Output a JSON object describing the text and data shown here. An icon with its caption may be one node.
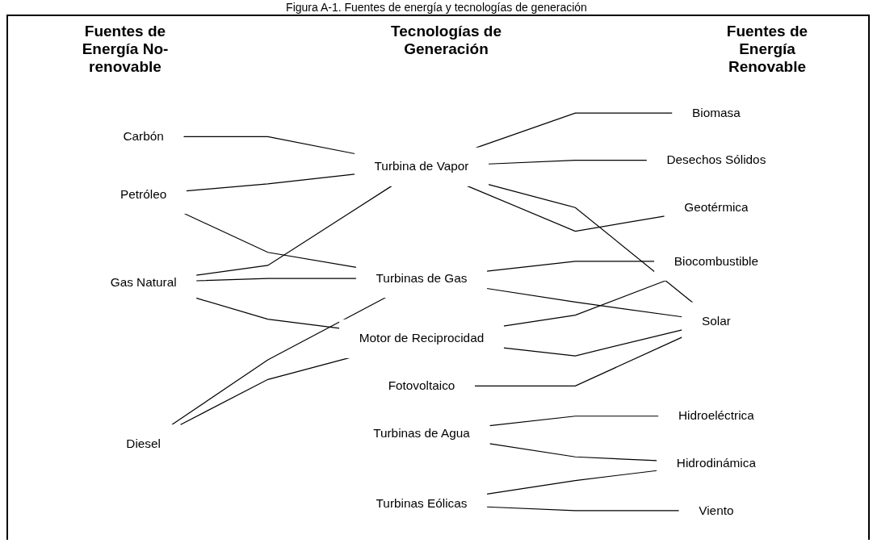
{
  "diagram": {
    "title": "Figura A-1. Fuentes de energía y tecnologías de generación",
    "nodes": [
      {
        "text": [
          "Carbón"
        ]
      },
      {
        "text": [
          "Petróleo"
        ]
      },
      {
        "text": [
          "Gas Natural"
        ]
      },
      {
        "text": [
          "Diesel"
        ]
      },
      {
        "text": [
          "Turbina de Vapor"
        ]
      },
      {
        "text": [
          "Turbinas de Gas"
        ]
      },
      {
        "text": [
          "Motor de Reciprocidad"
        ]
      },
      {
        "text": [
          "Fotovoltaico"
        ]
      },
      {
        "text": [
          "Turbinas de Agua"
        ]
      },
      {
        "text": [
          "Turbinas Eólicas"
        ]
      },
      {
        "text": [
          "Biomasa"
        ]
      },
      {
        "text": [
          "Desechos Sólidos"
        ]
      },
      {
        "text": [
          "Biocombustible"
        ]
      },
      {
        "text": [
          "Solar"
        ]
      },
      {
        "text": [
          "Geotérmica"
        ]
      },
      {
        "text": [
          "Hidroeléctrica"
        ]
      },
      {
        "text": [
          "Hidrodinámica"
        ]
      },
      {
        "text": [
          "Viento"
        ]
      }
    ],
    "edges": [
      {
        "from": 0,
        "to": 4,
        "arrow": "none"
      },
      {
        "from": 1,
        "to": 4,
        "arrow": "none"
      },
      {
        "from": 1,
        "to": 5,
        "arrow": "none"
      },
      {
        "from": 2,
        "to": 4,
        "arrow": "none"
      },
      {
        "from": 2,
        "to": 5,
        "arrow": "none"
      },
      {
        "from": 2,
        "to": 6,
        "arrow": "none"
      },
      {
        "from": 3,
        "to": 5,
        "arrow": "none"
      },
      {
        "from": 3,
        "to": 6,
        "arrow": "none"
      },
      {
        "from": 4,
        "to": 10,
        "arrow": "none"
      },
      {
        "from": 4,
        "to": 11,
        "arrow": "none"
      },
      {
        "from": 4,
        "to": 13,
        "arrow": "none"
      },
      {
        "from": 4,
        "to": 14,
        "arrow": "none"
      },
      {
        "from": 5,
        "to": 12,
        "arrow": "none"
      },
      {
        "from": 5,
        "to": 13,
        "arrow": "none"
      },
      {
        "from": 6,
        "to": 12,
        "arrow": "none"
      },
      {
        "from": 6,
        "to": 13,
        "arrow": "none"
      },
      {
        "from": 7,
        "to": 13,
        "arrow": "none"
      },
      {
        "from": 8,
        "to": 15,
        "arrow": "none"
      },
      {
        "from": 8,
        "to": 16,
        "arrow": "none"
      },
      {
        "from": 9,
        "to": 16,
        "arrow": "none"
      },
      {
        "from": 9,
        "to": 17,
        "arrow": "none"
      }
    ],
    "labels": [
      "Fuentes de Energía No-renovable",
      "Tecnologías de Generación",
      "Fuentes de Energía Renovable"
    ]
  }
}
